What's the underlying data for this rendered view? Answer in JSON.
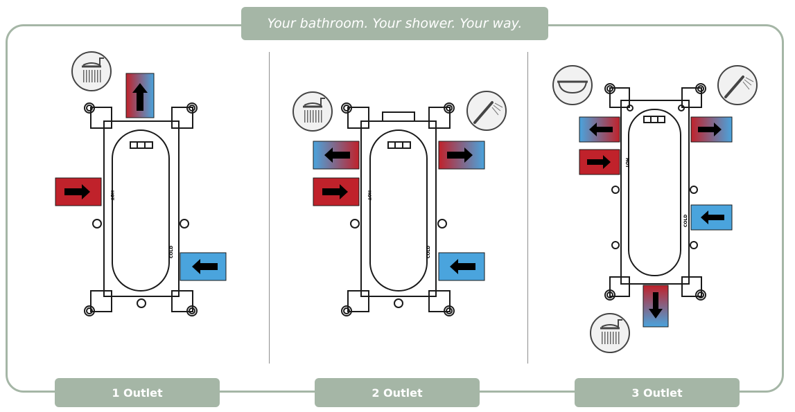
{
  "banner": {
    "text": "Your bathroom. Your shower. Your way."
  },
  "tabs": [
    {
      "label": "1 Outlet"
    },
    {
      "label": "2 Outlet"
    },
    {
      "label": "3 Outlet"
    }
  ],
  "valve_labels": {
    "hot": "HOT",
    "cold": "COLD"
  },
  "colors": {
    "hot": "#c0222b",
    "cold": "#4aa4dd",
    "accent": "#a5b6a6",
    "line": "#1a1a1a"
  },
  "icons": [
    "rain-shower-icon",
    "hand-shower-icon",
    "bath-tub-icon"
  ]
}
